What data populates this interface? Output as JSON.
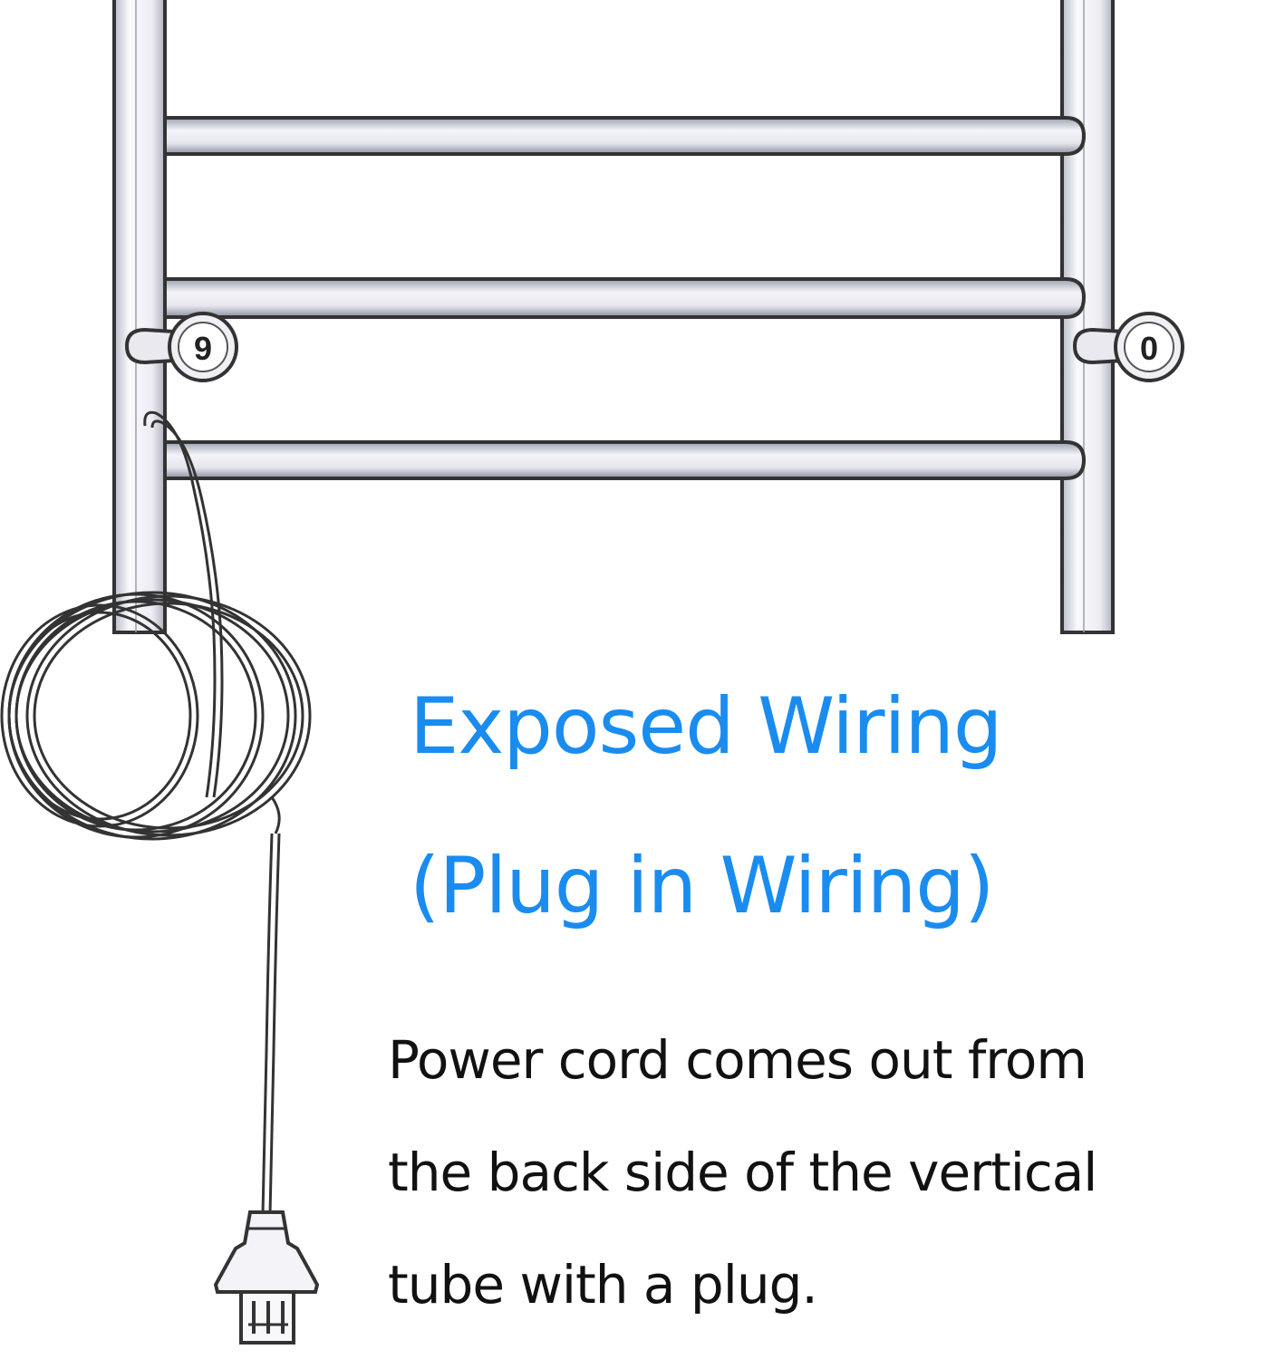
{
  "title": {
    "line1": "Exposed Wiring",
    "line2": "(Plug in Wiring)"
  },
  "description": {
    "line1": "Power cord comes out from",
    "line2": "the back side of the vertical",
    "line3": "tube with a plug."
  },
  "knobs": {
    "left_label": "9",
    "right_label": "0"
  },
  "colors": {
    "heading": "#1a8cf0",
    "body_text": "#111111",
    "outline": "#333333",
    "tube_fill": "#f2f2f6"
  }
}
